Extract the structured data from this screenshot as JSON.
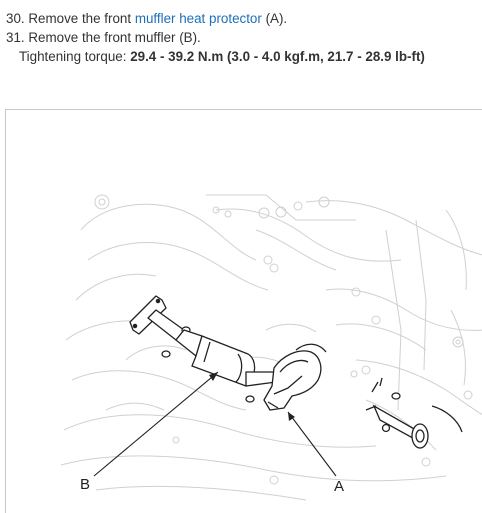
{
  "steps": [
    {
      "number": "30.",
      "text_before": "Remove the front",
      "link": "muffler heat protector",
      "text_after": "(A)."
    },
    {
      "number": "31.",
      "text": "Remove the front muffler (B)."
    }
  ],
  "torque": {
    "label": "Tightening torque:",
    "value": "29.4 - 39.2 N.m (3.0 - 4.0 kgf.m, 21.7 - 28.9 lb-ft)"
  },
  "figure": {
    "callout_a": "A",
    "callout_b": "B"
  },
  "colors": {
    "link": "#1e6fb8",
    "text": "#333333",
    "frame": "#c9c9c9"
  }
}
